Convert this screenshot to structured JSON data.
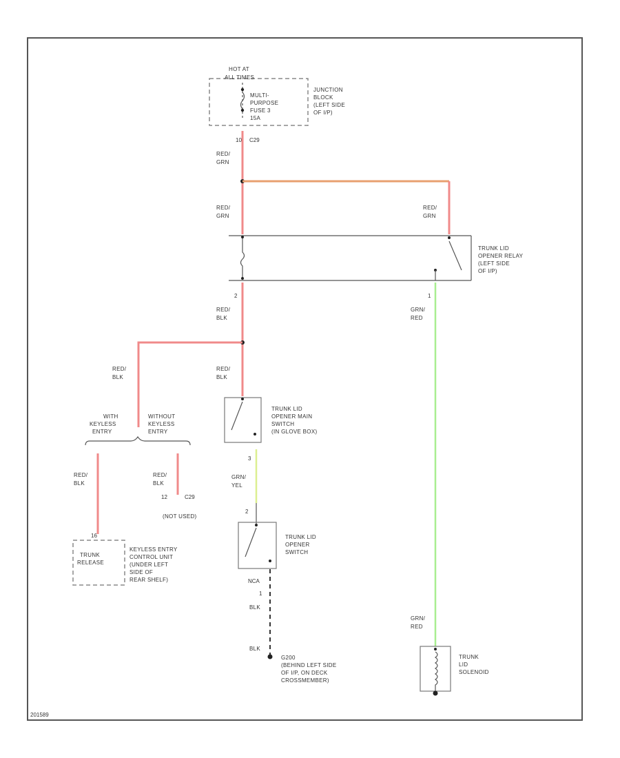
{
  "colors": {
    "red_wire": "#f08a8a",
    "orange_wire": "#e8a070",
    "green_wire": "#a8ee90",
    "yellow_wire": "#dcef90",
    "ground_wire": "#333333"
  },
  "labels": {
    "hot_at_all_times": [
      "HOT AT",
      "ALL TIMES"
    ],
    "fuse": [
      "MULTI-",
      "PURPOSE",
      "FUSE 3",
      "15A"
    ],
    "junction_block": [
      "JUNCTION",
      "BLOCK",
      "(LEFT SIDE",
      "OF I/P)"
    ],
    "relay": [
      "TRUNK LID",
      "OPENER RELAY",
      "(LEFT SIDE",
      "OF I/P)"
    ],
    "main_switch": [
      "TRUNK LID",
      "OPENER MAIN",
      "SWITCH",
      "(IN GLOVE BOX)"
    ],
    "opener_switch": [
      "TRUNK LID",
      "OPENER",
      "SWITCH"
    ],
    "solenoid": [
      "TRUNK",
      "LID",
      "SOLENOID"
    ],
    "keyless_module": [
      "KEYLESS ENTRY",
      "CONTROL UNIT",
      "(UNDER LEFT",
      "SIDE OF",
      "REAR SHELF)"
    ],
    "trunk_release": [
      "TRUNK",
      "RELEASE"
    ],
    "with_keyless": [
      "WITH",
      "KEYLESS",
      "ENTRY"
    ],
    "without_keyless": [
      "WITHOUT",
      "KEYLESS",
      "ENTRY"
    ],
    "ground": [
      "G200",
      "(BEHIND LEFT SIDE",
      "OF I/P, ON DECK",
      "CROSSMEMBER)"
    ],
    "not_used": "(NOT USED)"
  },
  "wires": {
    "red_grn": [
      "RED/",
      "GRN"
    ],
    "red_blk": [
      "RED/",
      "BLK"
    ],
    "grn_red": [
      "GRN/",
      "RED"
    ],
    "grn_yel": [
      "GRN/",
      "YEL"
    ],
    "blk": "BLK"
  },
  "pins": {
    "fuse_out_pin": "10",
    "fuse_out_conn": "C29",
    "relay_coil_out": "2",
    "relay_contact_out": "1",
    "main_switch_out": "3",
    "opener_switch_in": "2",
    "opener_switch_out": "1",
    "keyless_pin": "16",
    "not_used_pin": "12",
    "not_used_conn": "C29",
    "ground_conn": "NCA"
  },
  "footer_code": "201589"
}
